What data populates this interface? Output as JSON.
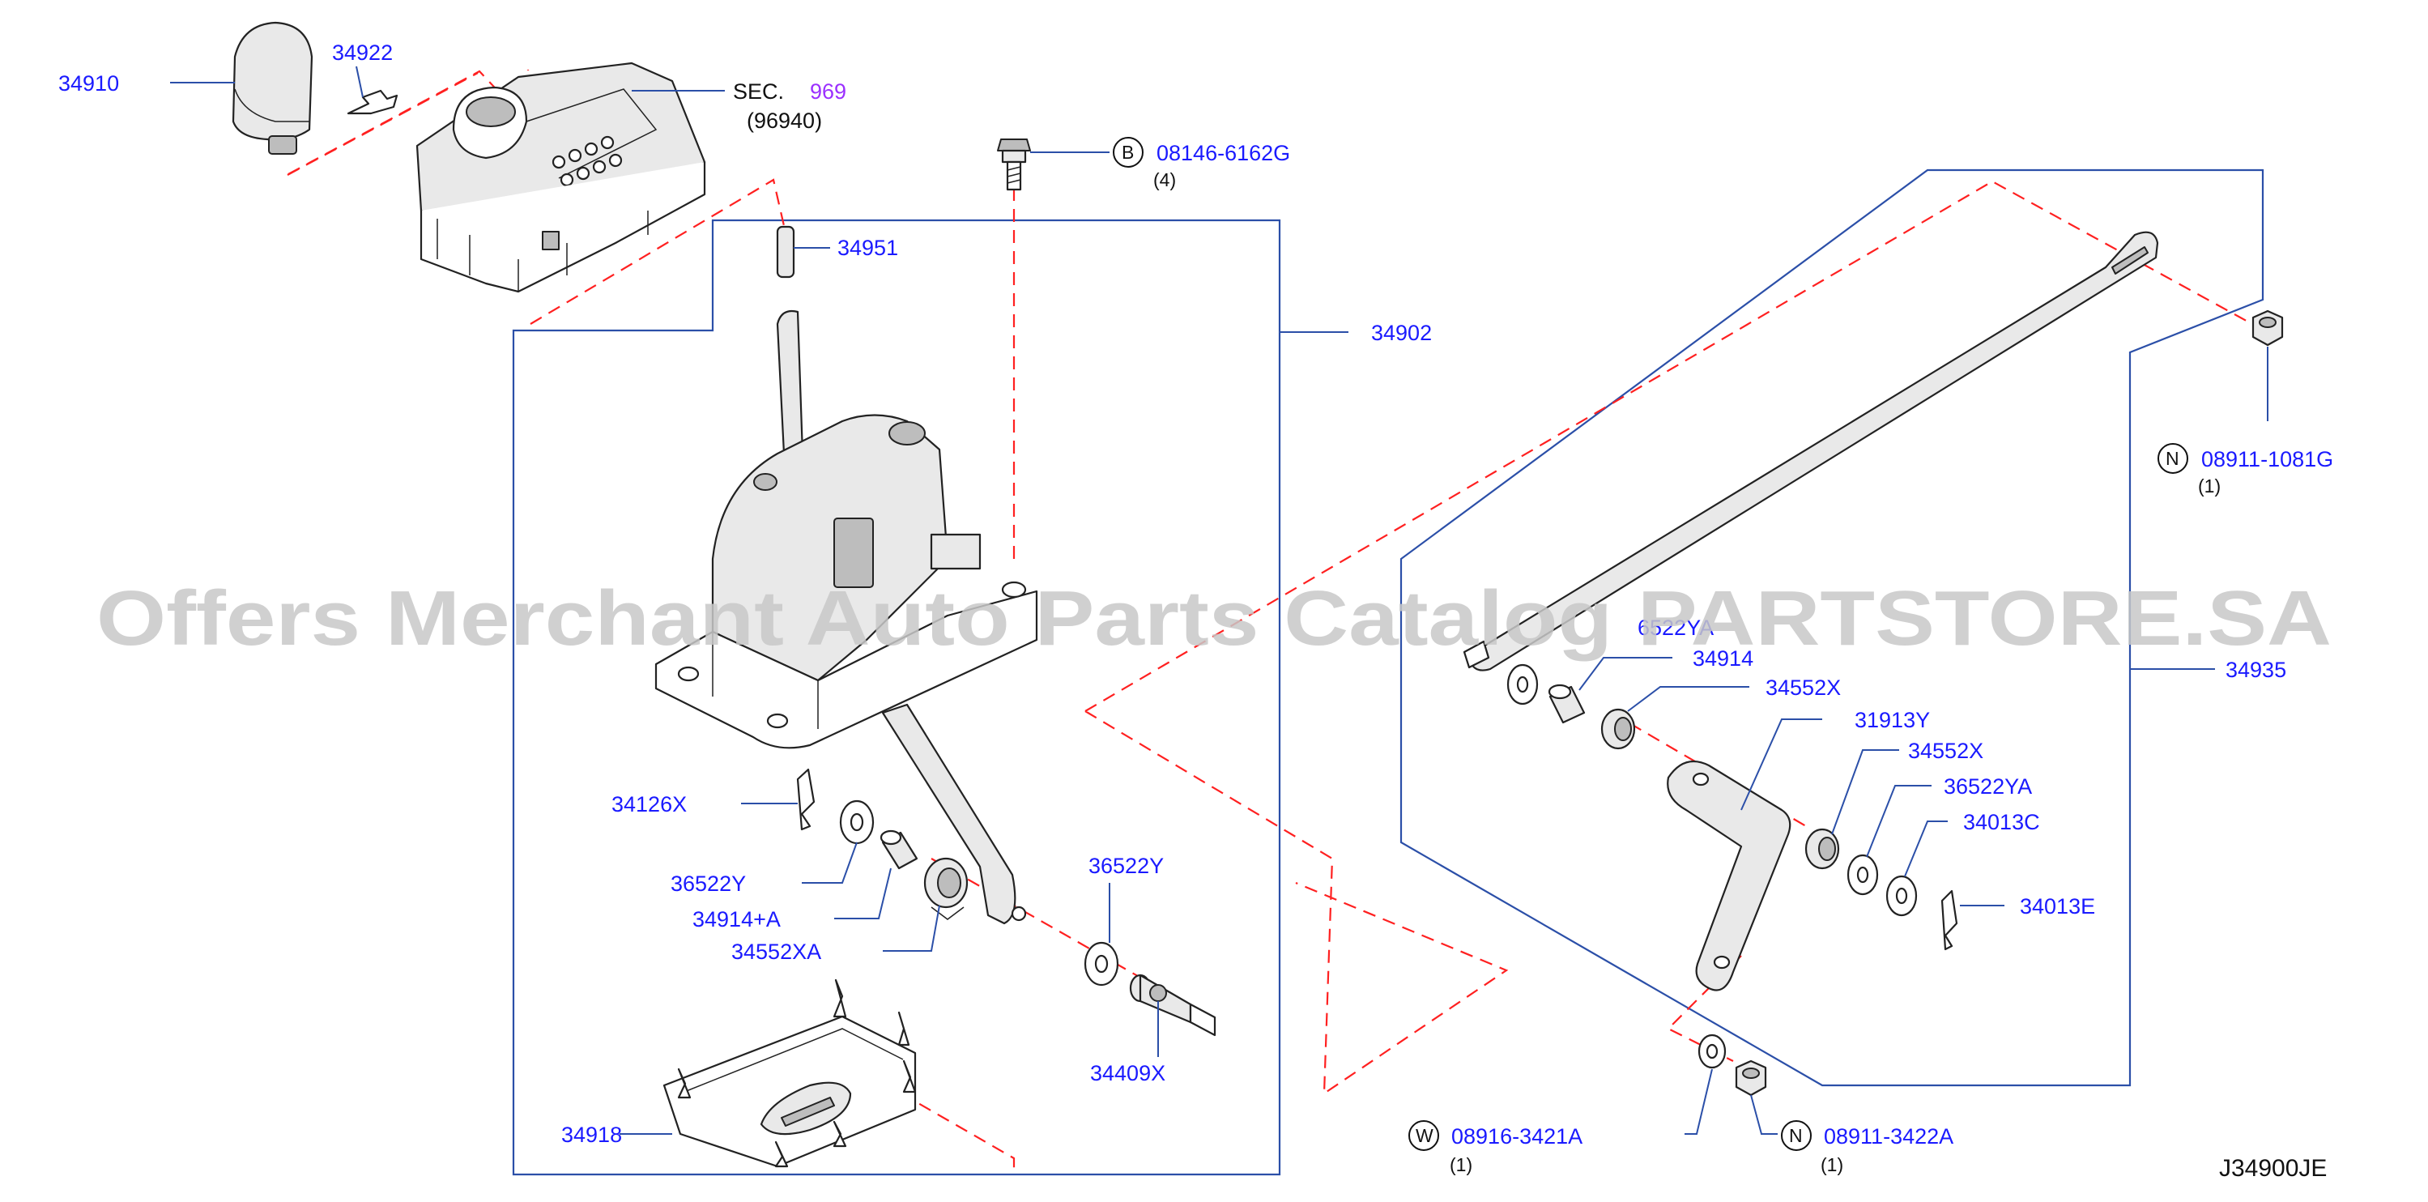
{
  "watermark": "Offers Merchant Auto Parts Catalog PARTSTORE.SA",
  "diagram_code": "J34900JE",
  "section_ref": {
    "prefix": "SEC.",
    "number": "969",
    "sub": "(96940)"
  },
  "parts": {
    "p34910": "34910",
    "p34922": "34922",
    "p34951": "34951",
    "p34902": "34902",
    "p34126X": "34126X",
    "p36522Y_a": "36522Y",
    "p34914A": "34914+A",
    "p34552XA": "34552XA",
    "p36522Y_b": "36522Y",
    "p34409X": "34409X",
    "p34918": "34918",
    "p36522YA_a": "6522YA",
    "p34914": "34914",
    "p34552X_a": "34552X",
    "p31913Y": "31913Y",
    "p34552X_b": "34552X",
    "p36522YA_b": "36522YA",
    "p34013C": "34013C",
    "p34013E": "34013E",
    "p34935": "34935"
  },
  "fasteners": {
    "bolt": {
      "symbol": "B",
      "number": "08146-6162G",
      "qty": "(4)"
    },
    "nut_top": {
      "symbol": "N",
      "number": "08911-1081G",
      "qty": "(1)"
    },
    "washer": {
      "symbol": "W",
      "number": "08916-3421A",
      "qty": "(1)"
    },
    "nut_bottom": {
      "symbol": "N",
      "number": "08911-3422A",
      "qty": "(1)"
    }
  },
  "colors": {
    "part_number": "#1a1aff",
    "section_link": "#9b30ff",
    "dashed_line": "#ff2020",
    "leader": "#2b4fa8"
  }
}
